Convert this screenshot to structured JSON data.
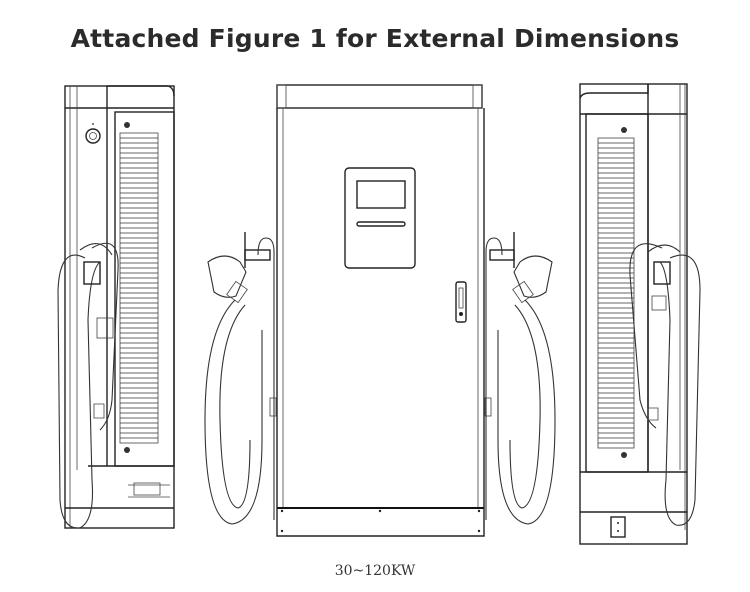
{
  "figure": {
    "title": "Attached Figure 1 for External Dimensions",
    "caption": "30~120KW",
    "views": [
      {
        "name": "left-side-view",
        "label": ""
      },
      {
        "name": "front-view",
        "label": ""
      },
      {
        "name": "right-side-view",
        "label": ""
      }
    ],
    "colors": {
      "background": "#ffffff",
      "line": "#222222",
      "title_text": "#2b2b2b"
    }
  }
}
